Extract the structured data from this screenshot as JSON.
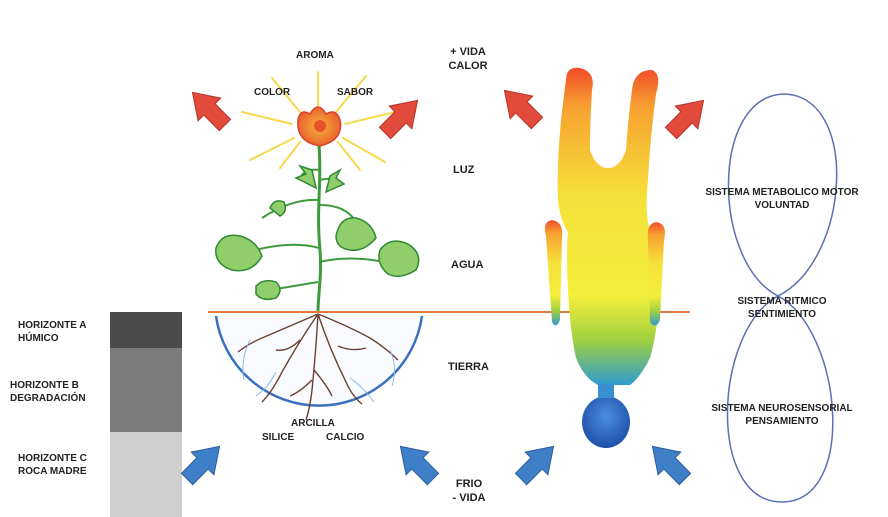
{
  "flower_labels": {
    "aroma": "AROMA",
    "color": "COLOR",
    "sabor": "SABOR"
  },
  "center_column": {
    "vida_calor": [
      "+ VIDA",
      "CALOR"
    ],
    "luz": "LUZ",
    "agua": "AGUA",
    "tierra": "TIERRA",
    "frio_vida": [
      "FRIO",
      "- VIDA"
    ]
  },
  "soil": {
    "arcilla": "ARCILLA",
    "silice": "SILICE",
    "calcio": "CALCIO"
  },
  "horizons": [
    {
      "line1": "HORIZONTE A",
      "line2": "HÚMICO",
      "color": "#4a4a4a"
    },
    {
      "line1": "HORIZONTE B",
      "line2": "DEGRADACIÓN",
      "color": "#7c7c7c"
    },
    {
      "line1": "HORIZONTE C",
      "line2": "ROCA MADRE",
      "color": "#cfcfcf"
    }
  ],
  "systems": [
    {
      "line1": "SISTEMA METABOLICO MOTOR",
      "line2": "VOLUNTAD"
    },
    {
      "line1": "SISTEMA RITMICO",
      "line2": "SENTIMIENTO"
    },
    {
      "line1": "SISTEMA NEUROSENSORIAL",
      "line2": "PENSAMIENTO"
    }
  ],
  "colors": {
    "up_arrow": "#e24a3c",
    "down_arrow": "#3f7fc8",
    "ground_line": "#e07a3a",
    "circle_outline": "#3b6fbf",
    "infinity_outline": "#5a6fb5"
  }
}
